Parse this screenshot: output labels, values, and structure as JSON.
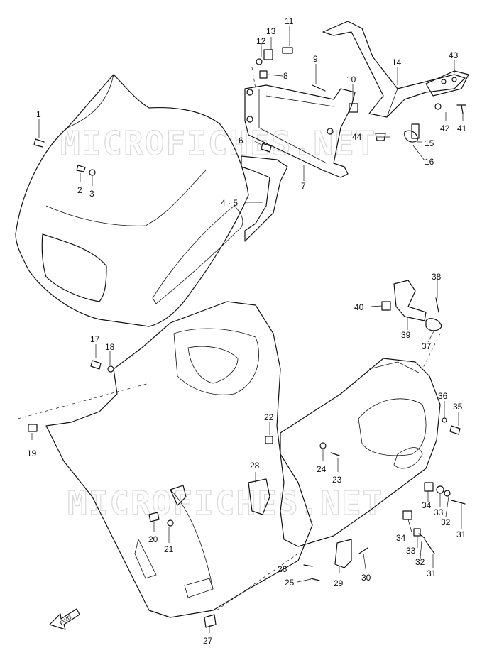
{
  "watermark": "MICROFICHES.NET",
  "fwd_label": "FWD",
  "callouts": {
    "c1": "1",
    "c2": "2",
    "c3": "3",
    "c45": "4 · 5",
    "c6": "6",
    "c7": "7",
    "c8": "8",
    "c9": "9",
    "c10": "10",
    "c11": "11",
    "c12": "12",
    "c13": "13",
    "c14": "14",
    "c15": "15",
    "c16": "16",
    "c17": "17",
    "c18": "18",
    "c19": "19",
    "c20": "20",
    "c21": "21",
    "c22": "22",
    "c23": "23",
    "c24": "24",
    "c25": "25",
    "c26": "26",
    "c27": "27",
    "c28": "28",
    "c29": "29",
    "c30": "30",
    "c31a": "31",
    "c31b": "31",
    "c32a": "32",
    "c32b": "32",
    "c33a": "33",
    "c33b": "33",
    "c34a": "34",
    "c34b": "34",
    "c35": "35",
    "c36": "36",
    "c37": "37",
    "c38": "38",
    "c39": "39",
    "c40": "40",
    "c41": "41",
    "c42": "42",
    "c43": "43",
    "c44": "44"
  }
}
